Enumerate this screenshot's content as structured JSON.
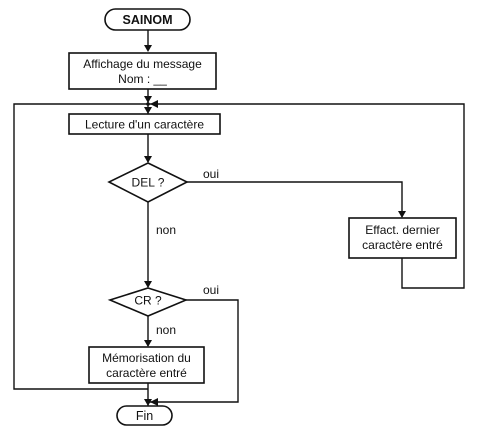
{
  "flowchart": {
    "start": "SAINOM",
    "display_box": {
      "line1": "Affichage du message",
      "line2": "Nom : __"
    },
    "read_box": "Lecture d'un caractère",
    "decision_del": "DEL ?",
    "del_yes": "oui",
    "del_no": "non",
    "erase_box": {
      "line1": "Effact. dernier",
      "line2": "caractère entré"
    },
    "decision_cr": "CR ?",
    "cr_yes": "oui",
    "cr_no": "non",
    "store_box": {
      "line1": "Mémorisation du",
      "line2": "caractère entré"
    },
    "end": "Fin"
  }
}
